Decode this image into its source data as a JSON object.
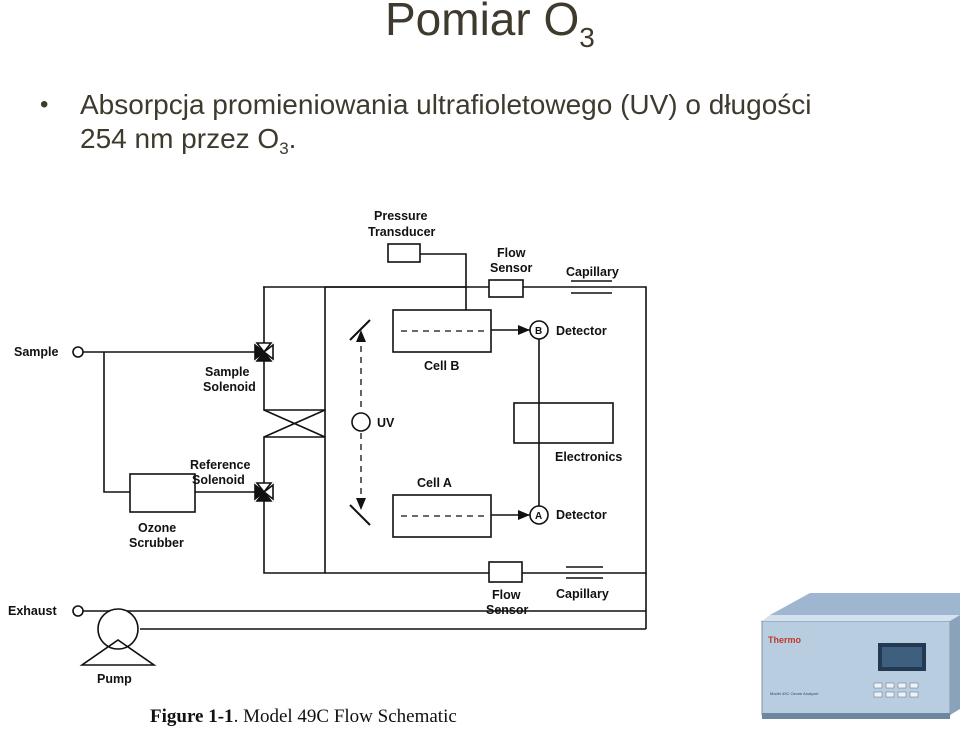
{
  "slide": {
    "title_main": "Pomiar O",
    "title_sub": "3",
    "bullet_line1": "Absorpcja promieniowania ultrafioletowego (UV) o długości",
    "bullet_line2_pre": "254 nm przez O",
    "bullet_line2_sub": "3",
    "bullet_line2_post": "."
  },
  "schematic": {
    "pressure_transducer_1": "Pressure",
    "pressure_transducer_2": "Transducer",
    "flow_sensor_top_1": "Flow",
    "flow_sensor_top_2": "Sensor",
    "capillary_top": "Capillary",
    "detector_b_letter": "B",
    "detector_b": "Detector",
    "sample": "Sample",
    "sample_solenoid_1": "Sample",
    "sample_solenoid_2": "Solenoid",
    "cell_b": "Cell B",
    "uv": "UV",
    "electronics": "Electronics",
    "reference_solenoid_1": "Reference",
    "reference_solenoid_2": "Solenoid",
    "cell_a": "Cell A",
    "detector_a_letter": "A",
    "detector_a": "Detector",
    "ozone_scrubber_1": "Ozone",
    "ozone_scrubber_2": "Scrubber",
    "flow_sensor_bottom_1": "Flow",
    "flow_sensor_bottom_2": "Sensor",
    "capillary_bottom": "Capillary",
    "exhaust": "Exhaust",
    "pump": "Pump"
  },
  "caption": {
    "figure": "Figure 1-1",
    "text": ". Model 49C Flow Schematic"
  },
  "device": {
    "brand": "Thermo",
    "model": "Model 49C Ozone Analyzer"
  }
}
